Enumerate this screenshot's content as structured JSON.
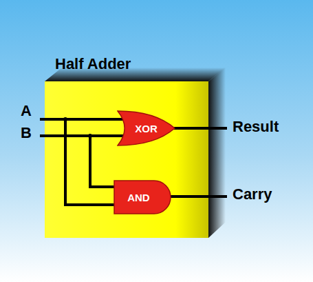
{
  "diagram": {
    "nodes": [
      {
        "text": [
          "Half Adder"
        ]
      },
      {
        "text": [
          "XOR"
        ],
        "in": 0
      },
      {
        "text": [
          "AND"
        ],
        "in": 0
      }
    ],
    "labels": [
      "A",
      "B",
      "Result",
      "Carry"
    ]
  }
}
